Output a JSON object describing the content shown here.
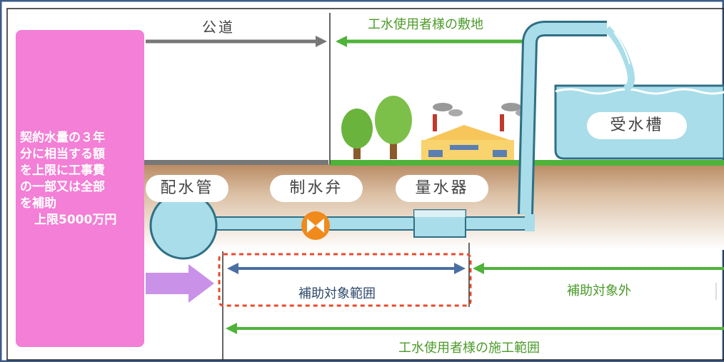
{
  "labels": {
    "public_road": "公道",
    "user_site": "工水使用者様の敷地",
    "receiving_tank": "受水槽",
    "distribution_pipe": "配水管",
    "control_valve": "制水弁",
    "water_meter": "量水器",
    "subsidy_scope": "補助対象範囲",
    "outside_scope": "補助対象外",
    "construction_scope": "工水使用者様の施工範囲"
  },
  "side_panel": {
    "lines": [
      "契約水量の３年",
      "分に相当する額",
      "を上限に工事費",
      "の一部又は全部",
      "を補助"
    ],
    "limit": "上限5000万円"
  },
  "colors": {
    "panel": "#f37fd6",
    "pipe": "#a9dde9",
    "ground": "#c9a07a",
    "green_arrow": "#4fb33a",
    "blue_arrow": "#4a6fa5",
    "valve": "#f08a1c",
    "dashed_box": "#e84a2c"
  }
}
